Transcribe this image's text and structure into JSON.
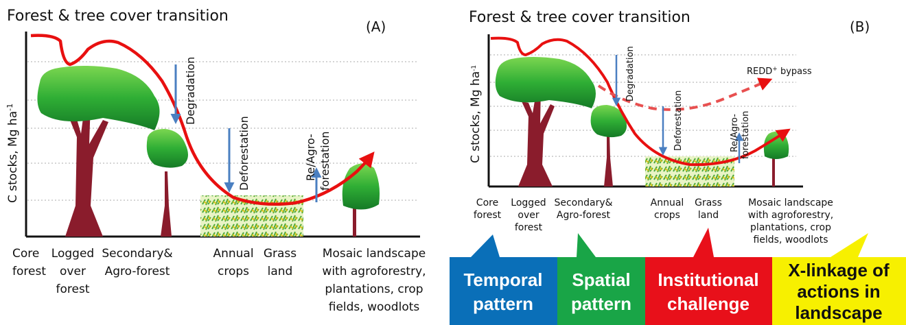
{
  "panelA": {
    "title": "Forest & tree cover transition",
    "label": "(A)",
    "ylabel": "C stocks, Mg ha",
    "ylabel_sup": "-1",
    "arrows": [
      "Degradation",
      "Deforestation",
      "Re/Agro-",
      "forestation"
    ],
    "categories": [
      [
        "Core",
        "forest"
      ],
      [
        "Logged",
        "over",
        "forest"
      ],
      [
        "Secondary&",
        "Agro-forest"
      ],
      [
        "Annual",
        "crops"
      ],
      [
        "Grass",
        "land"
      ],
      [
        "Mosaic landscape",
        "with agroforestry,",
        "plantations, crop",
        "fields, woodlots"
      ]
    ]
  },
  "panelB": {
    "title": "Forest & tree cover transition",
    "label": "(B)",
    "ylabel": "C stocks, Mg ha",
    "ylabel_sup": "-1",
    "arrows": [
      "Degradation",
      "Deforestation",
      "Re/Agro-",
      "forestation"
    ],
    "bypass": "REDD",
    "bypass_sup": "+",
    "bypass_rest": " bypass",
    "categories": [
      [
        "Core",
        "forest"
      ],
      [
        "Logged",
        "over",
        "forest"
      ],
      [
        "Secondary&",
        "Agro-forest"
      ],
      [
        "Annual",
        "crops"
      ],
      [
        "Grass",
        "land"
      ],
      [
        "Mosaic landscape",
        "with agroforestry,",
        "plantations, crop",
        "fields, woodlots"
      ]
    ],
    "banners": [
      {
        "lines": [
          "Temporal",
          "pattern"
        ],
        "bg": "#0a6fb8",
        "fg": "#ffffff"
      },
      {
        "lines": [
          "Spatial",
          "pattern"
        ],
        "bg": "#19a547",
        "fg": "#ffffff"
      },
      {
        "lines": [
          "Institutional",
          "challenge"
        ],
        "bg": "#e8101a",
        "fg": "#ffffff"
      },
      {
        "lines": [
          "X-linkage of",
          "actions in",
          "landscape"
        ],
        "bg": "#f7f000",
        "fg": "#111111"
      }
    ]
  },
  "colors": {
    "curve": "#e81010",
    "arrow": "#4a7fc1",
    "trunk": "#8a1c2c",
    "leaf": "#2ea82e"
  }
}
